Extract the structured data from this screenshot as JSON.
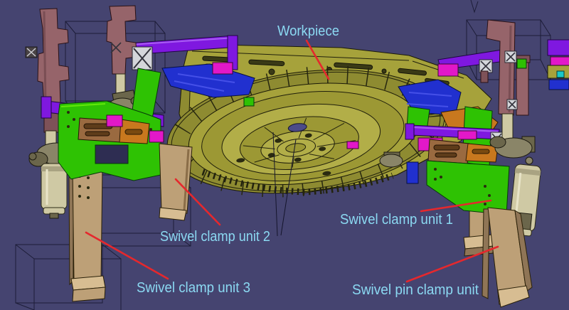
{
  "figure": {
    "kind": "annotated 3D CAD assembly view",
    "description": "Fixture assembly with swivel clamp units holding a vehicle floor-panel workpiece",
    "background_color": "#454470",
    "label_color": "#8BD9F2",
    "arrow_color": "#E5282D",
    "model_palette": {
      "workpiece_olive": "#A6A23B",
      "clamp_base_green": "#2EC203",
      "frame_purple": "#7F18E0",
      "accent_magenta": "#E218C8",
      "clamp_arm_mauve": "#96646A",
      "riser_tan": "#BDA077",
      "cylinder_khaki": "#CFC9A4",
      "detail_blue": "#2130CF",
      "detail_orange": "#C8781E"
    }
  },
  "annotations": [
    {
      "text": "Workpiece",
      "target": "workpiece"
    },
    {
      "text": "Swivel clamp unit 1",
      "target": "swivel-clamp-unit-1"
    },
    {
      "text": "Swivel clamp unit 2",
      "target": "swivel-clamp-unit-2"
    },
    {
      "text": "Swivel clamp unit 3",
      "target": "swivel-clamp-unit-3"
    },
    {
      "text": "Swivel pin clamp unit",
      "target": "swivel-pin-clamp-unit"
    }
  ]
}
